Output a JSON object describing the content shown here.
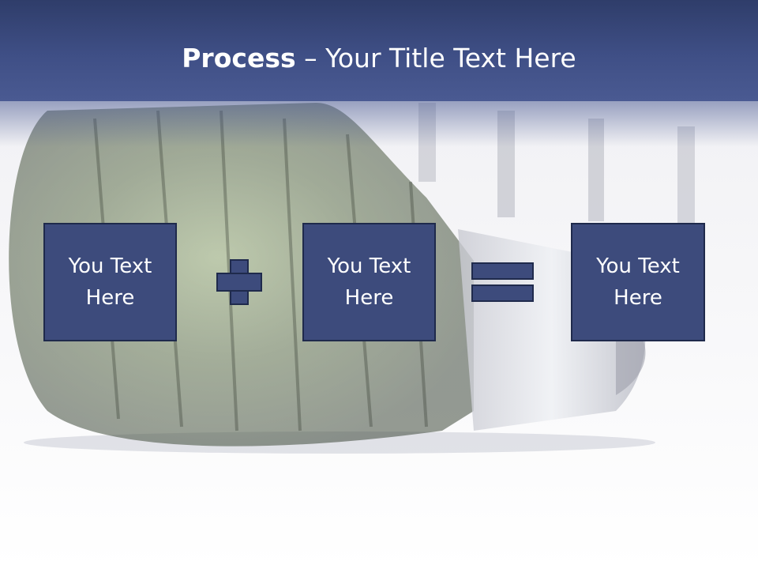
{
  "title": {
    "bold": "Process",
    "rest": " – Your Title Text Here"
  },
  "boxes": [
    {
      "text": "You Text Here"
    },
    {
      "text": "You Text Here"
    },
    {
      "text": "You Text Here"
    }
  ],
  "colors": {
    "header": "#3f4f86",
    "box_fill": "#3d4b7c",
    "box_border": "#1f2a4c",
    "text": "#ffffff"
  }
}
